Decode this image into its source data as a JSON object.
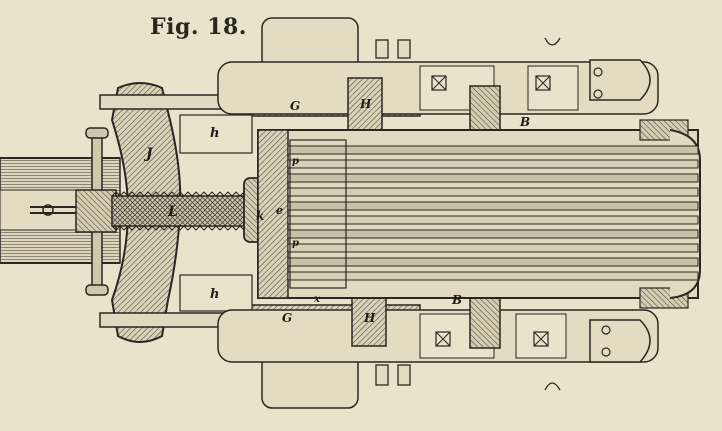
{
  "figure": {
    "title": "Fig. 18.",
    "labels": {
      "J": "J",
      "L": "L",
      "k": "k",
      "e": "e",
      "h_top": "h",
      "h_bottom": "h",
      "G_top": "G",
      "G_bottom": "G",
      "H_top": "H",
      "H_bottom": "H",
      "B_top": "B",
      "B_bottom": "B",
      "p_1": "p",
      "p_2": "p",
      "x": "x"
    }
  },
  "colors": {
    "paper": "#e9e3cc",
    "ink": "#2a2620",
    "hatch": "#5a5348",
    "fill_dark": "#8e877a"
  }
}
